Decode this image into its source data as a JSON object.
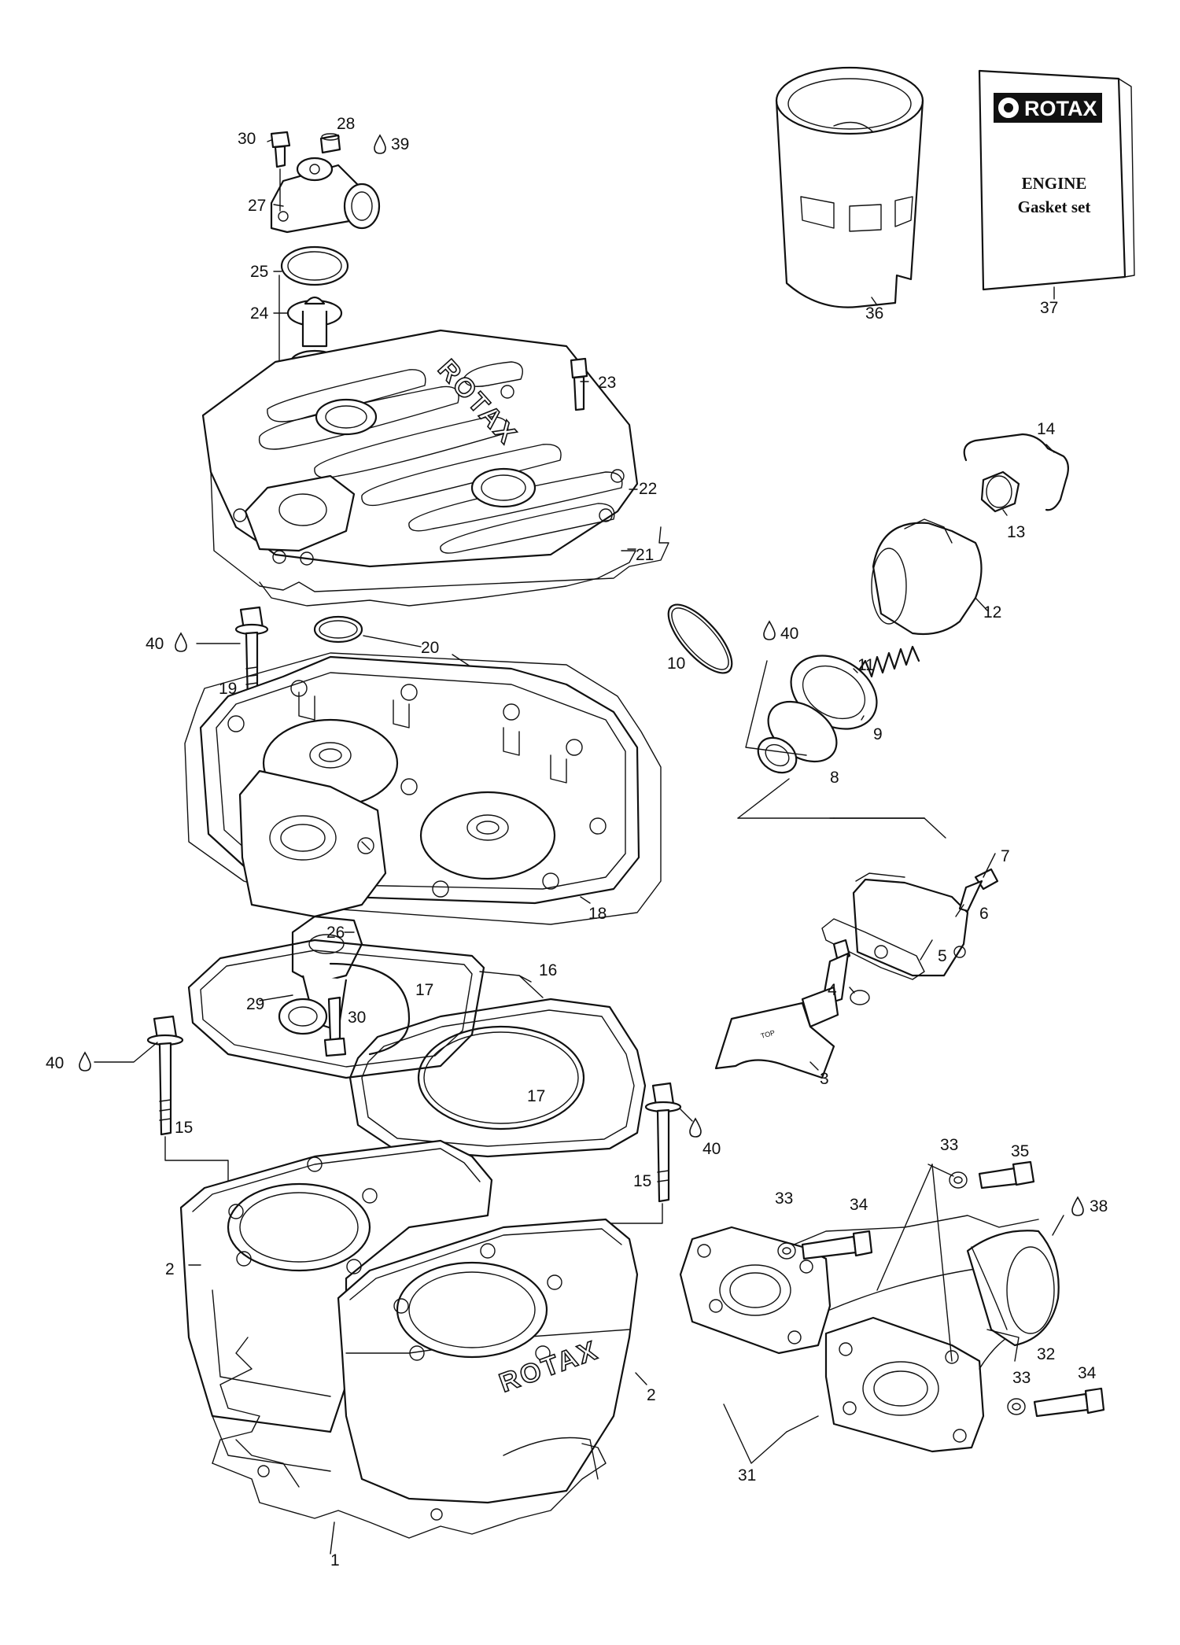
{
  "book": {
    "brand": "ROTAX",
    "title_line1": "ENGINE",
    "title_line2": "Gasket set"
  },
  "cast_marks": {
    "cover": "ROTAX",
    "cylinder": "ROTAX",
    "piston": "TOP"
  },
  "callouts": {
    "c1": "1",
    "c2a": "2",
    "c2b": "2",
    "c3": "3",
    "c4": "4",
    "c5": "5",
    "c6": "6",
    "c7": "7",
    "c8": "8",
    "c9": "9",
    "c10": "10",
    "c11": "11",
    "c12": "12",
    "c13": "13",
    "c14": "14",
    "c15a": "15",
    "c15b": "15",
    "c16": "16",
    "c17a": "17",
    "c17b": "17",
    "c18": "18",
    "c19": "19",
    "c20": "20",
    "c21": "21",
    "c22": "22",
    "c23": "23",
    "c24": "24",
    "c25": "25",
    "c26": "26",
    "c27": "27",
    "c28": "28",
    "c29": "29",
    "c30a": "30",
    "c30b": "30",
    "c31": "31",
    "c32": "32",
    "c33a": "33",
    "c33b": "33",
    "c33c": "33",
    "c34a": "34",
    "c34b": "34",
    "c35": "35",
    "c36": "36",
    "c37": "37",
    "c38": "38",
    "c39": "39",
    "c40a": "40",
    "c40b": "40",
    "c40c": "40",
    "c40d": "40"
  }
}
